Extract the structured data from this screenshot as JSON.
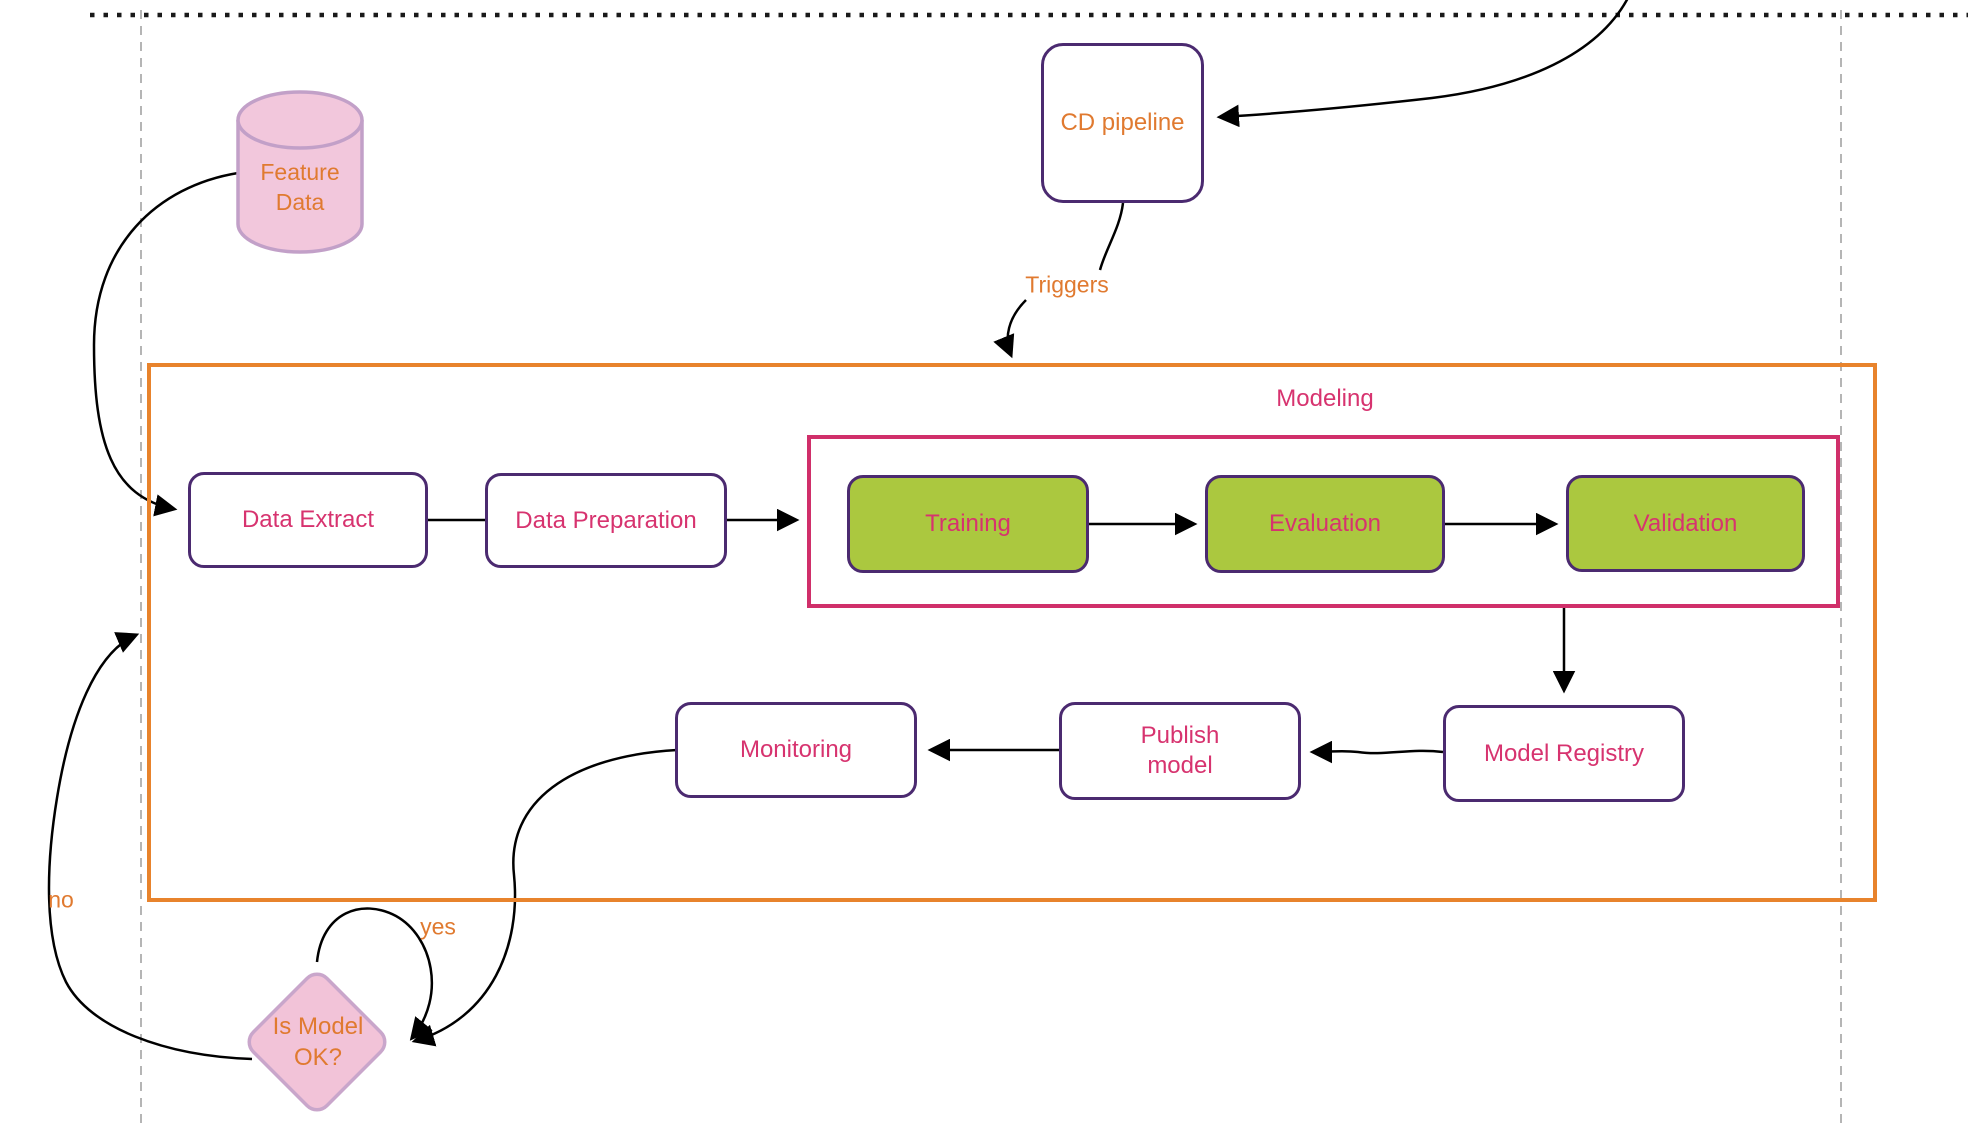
{
  "diagram": {
    "nodes": {
      "feature_data": {
        "label": "Feature Data",
        "shape": "cylinder"
      },
      "cd_pipeline": {
        "label": "CD pipeline",
        "shape": "rounded-rect"
      },
      "data_extract": {
        "label": "Data Extract",
        "shape": "rounded-rect"
      },
      "data_preparation": {
        "label": "Data Preparation",
        "shape": "rounded-rect"
      },
      "training": {
        "label": "Training",
        "shape": "rounded-rect"
      },
      "evaluation": {
        "label": "Evaluation",
        "shape": "rounded-rect"
      },
      "validation": {
        "label": "Validation",
        "shape": "rounded-rect"
      },
      "model_registry": {
        "label": "Model Registry",
        "shape": "rounded-rect"
      },
      "publish_model": {
        "label": "Publish model",
        "shape": "rounded-rect"
      },
      "monitoring": {
        "label": "Monitoring",
        "shape": "rounded-rect"
      },
      "is_model_ok": {
        "label": "Is Model OK?",
        "shape": "diamond"
      }
    },
    "groups": {
      "modeling": {
        "label": "Modeling"
      }
    },
    "edge_labels": {
      "triggers": "Triggers",
      "yes": "yes",
      "no": "no"
    },
    "colors": {
      "orange_border": "#e8832c",
      "orange_text": "#e07a30",
      "pink_border": "#d02f6a",
      "pink_text": "#d7336f",
      "purple_border": "#4b2a70",
      "green_fill": "#abc83f",
      "cylinder_fill": "#f2c7dc",
      "cylinder_stroke": "#c2a0c8",
      "edge_black": "#000000",
      "guide_gray": "#b5b5b5"
    }
  }
}
